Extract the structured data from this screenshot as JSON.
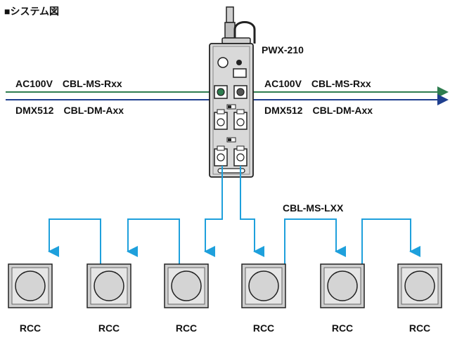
{
  "title": "■システム図",
  "device": {
    "model": "PWX-210"
  },
  "connections": {
    "left_power": "AC100V　CBL-MS-Rxx",
    "right_power": "AC100V　CBL-MS-Rxx",
    "left_dmx": "DMX512　CBL-DM-Axx",
    "right_dmx": "DMX512　CBL-DM-Axx",
    "link_cable": "CBL-MS-LXX"
  },
  "units": [
    {
      "label": "RCC"
    },
    {
      "label": "RCC"
    },
    {
      "label": "RCC"
    },
    {
      "label": "RCC"
    },
    {
      "label": "RCC"
    },
    {
      "label": "RCC"
    }
  ],
  "colors": {
    "power_line": "#2e7d4f",
    "dmx_line": "#1f3f8f",
    "link_line": "#1ea0dc",
    "device_body": "#d9d9d9",
    "rcc_body": "#cfcfcf"
  }
}
